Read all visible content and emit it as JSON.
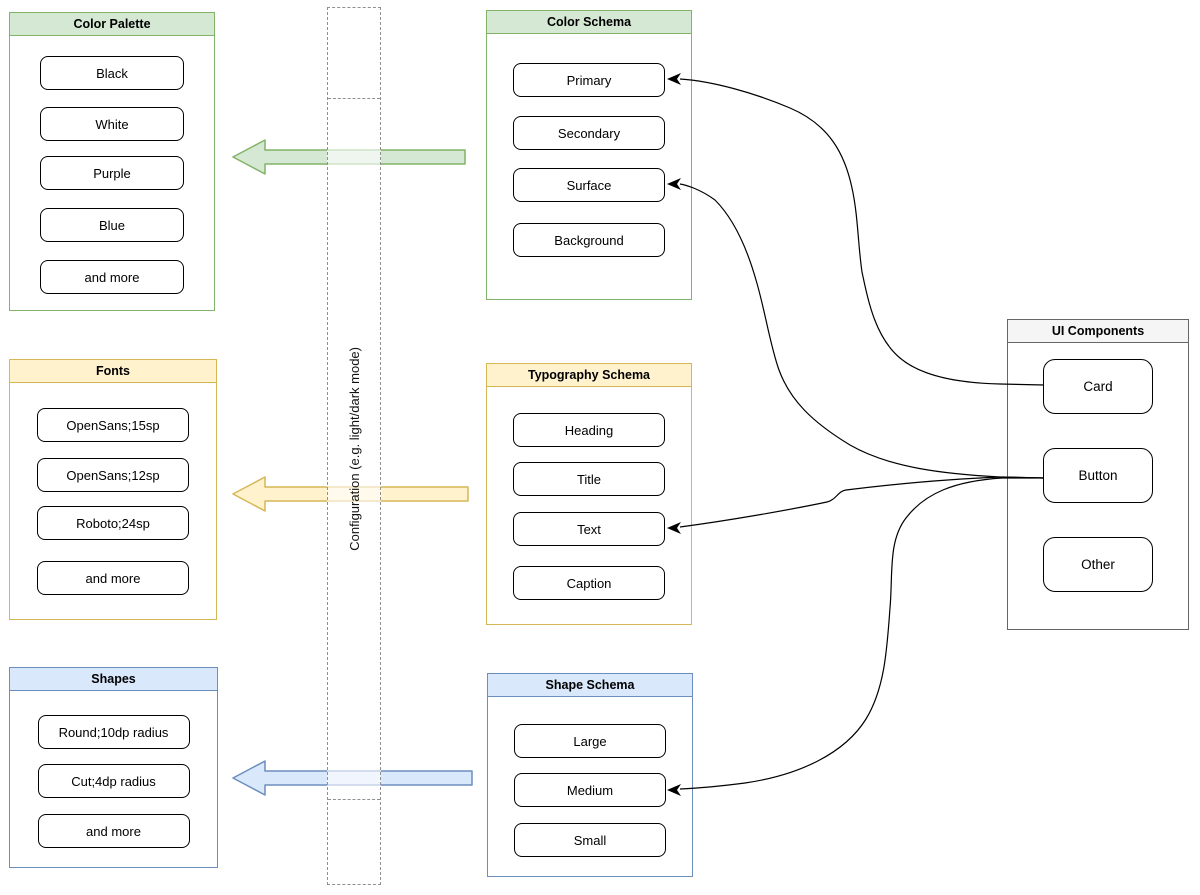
{
  "lane": {
    "label": "Configuration (e.g. light/dark mode)"
  },
  "panels": {
    "color_palette": {
      "title": "Color Palette",
      "accent": "#82b366",
      "header_fill": "#d5e8d4",
      "items": [
        "Black",
        "White",
        "Purple",
        "Blue",
        "and more"
      ]
    },
    "color_schema": {
      "title": "Color Schema",
      "accent": "#82b366",
      "header_fill": "#d5e8d4",
      "items": [
        "Primary",
        "Secondary",
        "Surface",
        "Background"
      ]
    },
    "fonts": {
      "title": "Fonts",
      "accent": "#d6b656",
      "header_fill": "#fff2cc",
      "items": [
        "OpenSans;15sp",
        "OpenSans;12sp",
        "Roboto;24sp",
        "and more"
      ]
    },
    "typography_schema": {
      "title": "Typography Schema",
      "accent": "#d6b656",
      "header_fill": "#fff2cc",
      "items": [
        "Heading",
        "Title",
        "Text",
        "Caption"
      ]
    },
    "shapes": {
      "title": "Shapes",
      "accent": "#6c8ebf",
      "header_fill": "#dae8fc",
      "items": [
        "Round;10dp radius",
        "Cut;4dp radius",
        "and more"
      ]
    },
    "shape_schema": {
      "title": "Shape Schema",
      "accent": "#6c8ebf",
      "header_fill": "#dae8fc",
      "items": [
        "Large",
        "Medium",
        "Small"
      ]
    },
    "ui_components": {
      "title": "UI Components",
      "accent": "#666666",
      "header_fill": "#f5f5f5",
      "items": [
        "Card",
        "Button",
        "Other"
      ]
    }
  },
  "block_arrows": [
    {
      "from": "Color Schema",
      "to": "Color Palette",
      "fill": "#d5e8d4",
      "stroke": "#82b366"
    },
    {
      "from": "Typography Schema",
      "to": "Fonts",
      "fill": "#fff2cc",
      "stroke": "#d6b656"
    },
    {
      "from": "Shape Schema",
      "to": "Shapes",
      "fill": "#dae8fc",
      "stroke": "#6c8ebf"
    }
  ],
  "connections": [
    {
      "from": "Card",
      "to": "Primary"
    },
    {
      "from": "Button",
      "to": "Surface"
    },
    {
      "from": "Button",
      "to": "Text"
    },
    {
      "from": "Button",
      "to": "Medium"
    }
  ]
}
